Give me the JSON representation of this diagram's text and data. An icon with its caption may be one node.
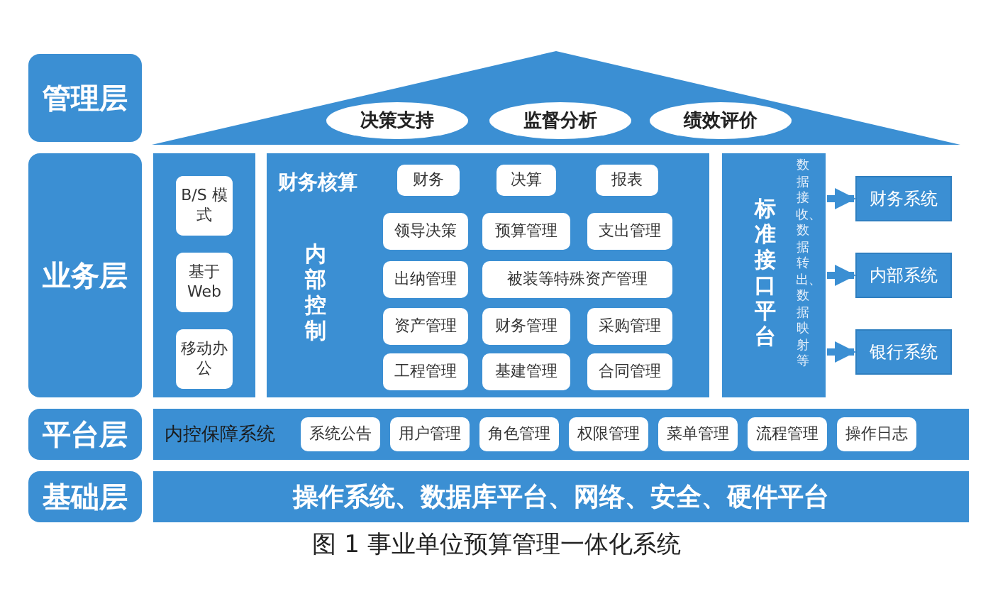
{
  "diagram": {
    "caption": "图 1 事业单位预算管理一体化系统",
    "nodes": [
      {
        "text": [
          "管理层"
        ]
      },
      {
        "text": [],
        "shape": "triangle"
      },
      {
        "text": [
          "决策支持"
        ],
        "in": 1
      },
      {
        "text": [
          "监督分析"
        ],
        "in": 1
      },
      {
        "text": [
          "绩效评价"
        ],
        "in": 1
      },
      {
        "text": [
          "业务层"
        ]
      },
      {
        "text": [],
        "shape": "box"
      },
      {
        "text": [
          "B/S 模式"
        ],
        "in": 6
      },
      {
        "text": [
          "基于 Web"
        ],
        "in": 6
      },
      {
        "text": [
          "移动办公"
        ],
        "in": 6
      },
      {
        "text": [
          "财务核算",
          "内部控制"
        ]
      },
      {
        "text": [
          "财务"
        ],
        "in": 10
      },
      {
        "text": [
          "决算"
        ],
        "in": 10
      },
      {
        "text": [
          "报表"
        ],
        "in": 10
      },
      {
        "text": [
          "领导决策"
        ],
        "in": 10
      },
      {
        "text": [
          "预算管理"
        ],
        "in": 10
      },
      {
        "text": [
          "支出管理"
        ],
        "in": 10
      },
      {
        "text": [
          "出纳管理"
        ],
        "in": 10
      },
      {
        "text": [
          "被装等特殊资产管理"
        ],
        "in": 10
      },
      {
        "text": [
          "资产管理"
        ],
        "in": 10
      },
      {
        "text": [
          "财务管理"
        ],
        "in": 10
      },
      {
        "text": [
          "采购管理"
        ],
        "in": 10
      },
      {
        "text": [
          "工程管理"
        ],
        "in": 10
      },
      {
        "text": [
          "基建管理"
        ],
        "in": 10
      },
      {
        "text": [
          "合同管理"
        ],
        "in": 10
      },
      {
        "text": [
          "标准接口平台",
          "数据接收、数据转出、数据映射等"
        ]
      },
      {
        "text": [
          "财务系统"
        ]
      },
      {
        "text": [
          "内部系统"
        ]
      },
      {
        "text": [
          "银行系统"
        ]
      },
      {
        "text": [
          "平台层"
        ]
      },
      {
        "text": [
          "内控保障系统"
        ]
      },
      {
        "text": [
          "系统公告"
        ],
        "in": 30
      },
      {
        "text": [
          "用户管理"
        ],
        "in": 30
      },
      {
        "text": [
          "角色管理"
        ],
        "in": 30
      },
      {
        "text": [
          "权限管理"
        ],
        "in": 30
      },
      {
        "text": [
          "菜单管理"
        ],
        "in": 30
      },
      {
        "text": [
          "流程管理"
        ],
        "in": 30
      },
      {
        "text": [
          "操作日志"
        ],
        "in": 30
      },
      {
        "text": [
          "基础层"
        ]
      },
      {
        "text": [
          "操作系统、数据库平台、网络、安全、硬件平台"
        ]
      }
    ],
    "edges": [
      {
        "from": 25,
        "to": 26,
        "arrow": "to"
      },
      {
        "from": 25,
        "to": 27,
        "arrow": "to"
      },
      {
        "from": 25,
        "to": 28,
        "arrow": "to"
      }
    ]
  }
}
